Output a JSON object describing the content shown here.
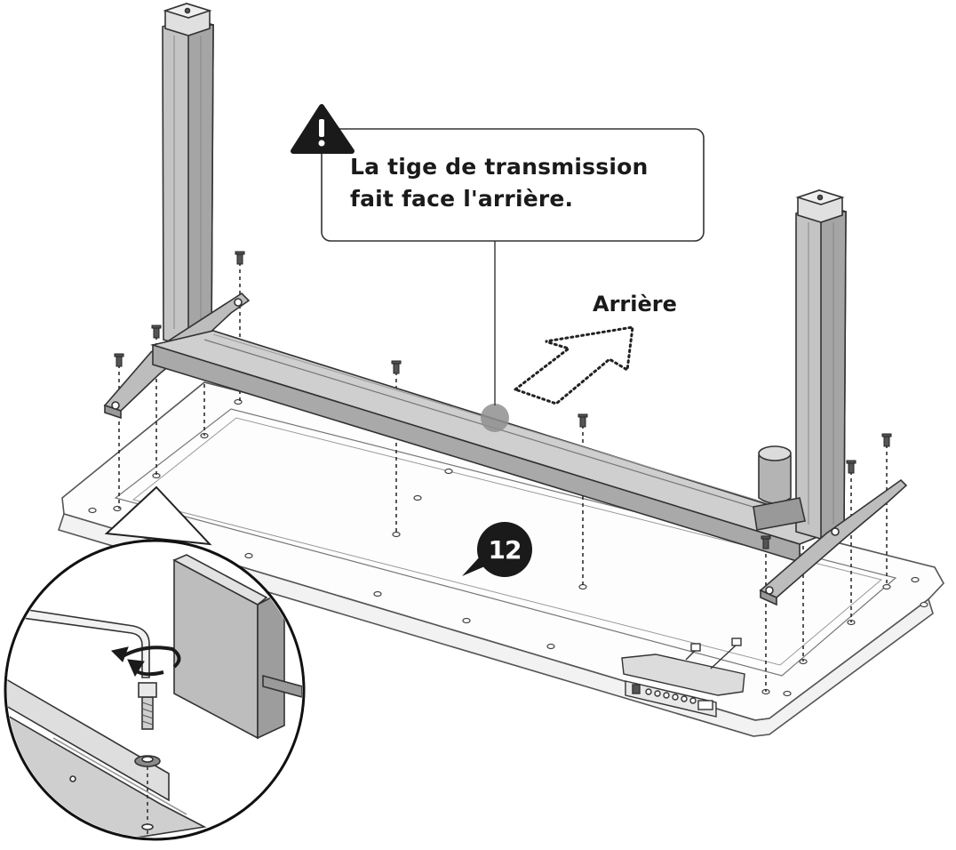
{
  "callout": {
    "line1": "La tige de transmission",
    "line2": "fait face l'arrière."
  },
  "direction_label": "Arrière",
  "step_number": "12",
  "icons": {
    "warning": "warning-triangle-icon",
    "rotate": "rotate-arrow-icon"
  },
  "colors": {
    "line": "#3a3a3a",
    "frame_fill": "#b8b8b8",
    "frame_dark": "#8c8c8c",
    "badge": "#1a1a1a",
    "highlight": "#9a9a9a"
  }
}
